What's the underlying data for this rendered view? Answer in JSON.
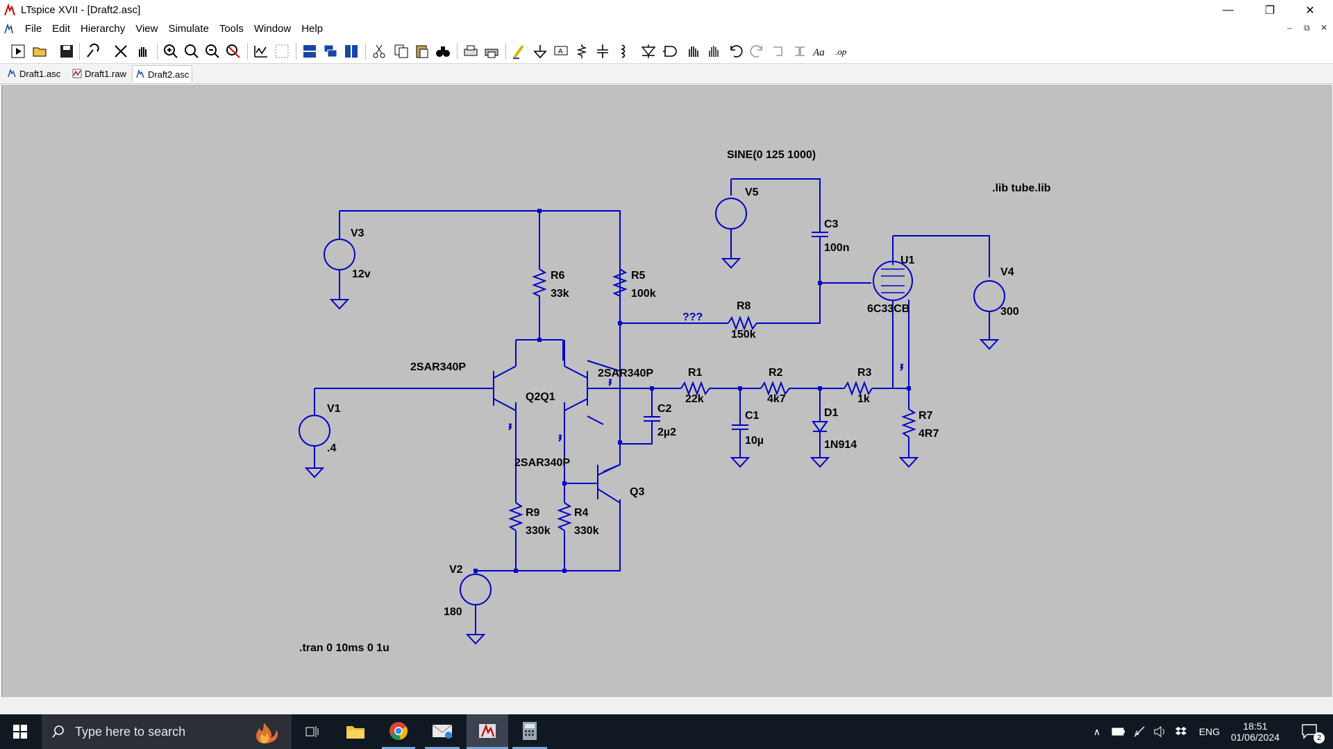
{
  "window": {
    "title": "LTspice XVII - [Draft2.asc]"
  },
  "menu": {
    "items": [
      "File",
      "Edit",
      "Hierarchy",
      "View",
      "Simulate",
      "Tools",
      "Window",
      "Help"
    ]
  },
  "toolbar": {
    "icons": [
      "run",
      "open",
      "save",
      "control-panel",
      "cut-wire",
      "pan",
      "zoom-in",
      "zoom-fit",
      "zoom-out",
      "zoom-cancel",
      "autorange",
      "sch-sym",
      "tile-horizontal",
      "cascade",
      "tile-vertical",
      "scissors",
      "copy",
      "paste",
      "find",
      "print-setup",
      "print",
      "draw-wire",
      "ground",
      "label-net",
      "resistor",
      "capacitor",
      "inductor",
      "diode",
      "component",
      "move",
      "drag",
      "undo",
      "redo",
      "rotate",
      "mirror",
      "text",
      "spice-directive"
    ]
  },
  "tabs": [
    {
      "label": "Draft1.asc",
      "icon": "schematic-icon"
    },
    {
      "label": "Draft1.raw",
      "icon": "waveform-icon"
    },
    {
      "label": "Draft2.asc",
      "icon": "schematic-icon",
      "active": true
    }
  ],
  "schematic": {
    "directives": {
      "sine": "SINE(0 125 1000)",
      "lib": ".lib tube.lib",
      "tran": ".tran 0 10ms 0 1u"
    },
    "sources": {
      "v1": {
        "name": "V1",
        "value": ".4"
      },
      "v2": {
        "name": "V2",
        "value": "180"
      },
      "v3": {
        "name": "V3",
        "value": "12v"
      },
      "v4": {
        "name": "V4",
        "value": "300"
      },
      "v5": {
        "name": "V5",
        "value": ""
      }
    },
    "resistors": {
      "r1": {
        "name": "R1",
        "value": "22k"
      },
      "r2": {
        "name": "R2",
        "value": "4k7"
      },
      "r3": {
        "name": "R3",
        "value": "1k"
      },
      "r4": {
        "name": "R4",
        "value": "330k"
      },
      "r5": {
        "name": "R5",
        "value": "100k"
      },
      "r6": {
        "name": "R6",
        "value": "33k"
      },
      "r7": {
        "name": "R7",
        "value": "4R7"
      },
      "r8": {
        "name": "R8",
        "value": "150k"
      },
      "r9": {
        "name": "R9",
        "value": "330k"
      }
    },
    "capacitors": {
      "c1": {
        "name": "C1",
        "value": "10µ"
      },
      "c2": {
        "name": "C2",
        "value": "2µ2"
      },
      "c3": {
        "name": "C3",
        "value": "100n"
      }
    },
    "diode": {
      "name": "D1",
      "value": "1N914"
    },
    "tube": {
      "name": "U1",
      "value": "6C33CB"
    },
    "transistors": {
      "q1": {
        "name": "Q1",
        "model": "2SAR340P"
      },
      "q2": {
        "name": "Q2",
        "model": "2SAR340P"
      },
      "q3": {
        "name": "Q3",
        "model": "2SAR340P"
      },
      "overlap_label": "Q2Q1"
    },
    "net_label": "???"
  },
  "taskbar": {
    "search_placeholder": "Type here to search",
    "time": "18:51",
    "date": "01/06/2024",
    "language": "ENG",
    "notifications": "2"
  }
}
